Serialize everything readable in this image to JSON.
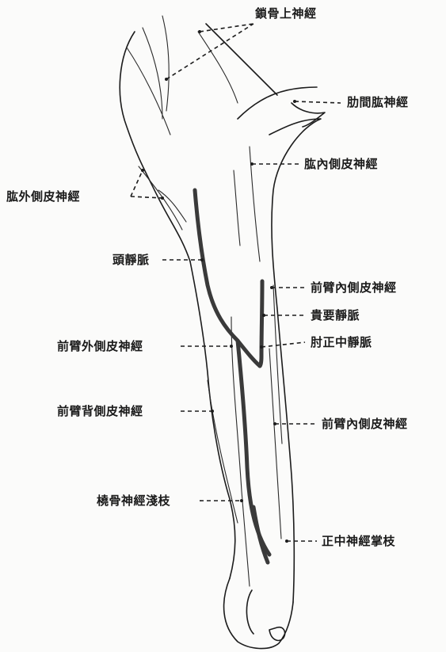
{
  "labels": {
    "supraclavicular": "鎖骨上神經",
    "intercostobrachial": "肋間肱神經",
    "medial_brachial_cutaneous": "肱內側皮神經",
    "lateral_brachial_cutaneous": "肱外側皮神經",
    "cephalic_vein": "頭靜脈",
    "medial_antebrachial_cutaneous_upper": "前臂內側皮神經",
    "basilic_vein": "貴要靜脈",
    "median_cubital_vein": "肘正中靜脈",
    "lateral_antebrachial_cutaneous": "前臂外側皮神經",
    "posterior_antebrachial_cutaneous": "前臂背側皮神經",
    "medial_antebrachial_cutaneous_lower": "前臂內側皮神經",
    "superficial_radial": "橈骨神經淺枝",
    "palmar_branch_median": "正中神經掌枝"
  },
  "colors": {
    "ink": "#1c1c1c",
    "vein": "#3a3a3a",
    "paper": "#fbfbfa"
  }
}
